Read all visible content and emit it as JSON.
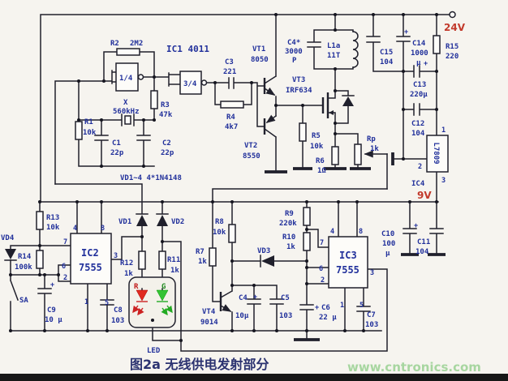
{
  "title": "图2a  无线供电发射部分",
  "watermark": "www.cntronics.com",
  "note": "VD1~4 4*1N4148",
  "plus": "+",
  "power": {
    "v24": "24V",
    "v9": "9V"
  },
  "gates": {
    "ic1": "IC1 4011",
    "g1": "1/4",
    "g2": "3/4"
  },
  "colors": {
    "label": "#21309b",
    "wire": "#20202c",
    "voltage": "#c23a2c",
    "led_red": "#e02a20",
    "led_green": "#35c335",
    "watermark": "#a7d6a0"
  },
  "comp": {
    "r1": {
      "ref": "R1",
      "val": "10k"
    },
    "r2": {
      "ref": "R2",
      "val": "2M2"
    },
    "r3": {
      "ref": "R3",
      "val": "47k"
    },
    "r4": {
      "ref": "R4",
      "val": "4k7"
    },
    "r5": {
      "ref": "R5",
      "val": "10k"
    },
    "r6": {
      "ref": "R6",
      "val": "1Ω"
    },
    "r7": {
      "ref": "R7",
      "val": "1k"
    },
    "r8": {
      "ref": "R8",
      "val": "10k"
    },
    "r9": {
      "ref": "R9",
      "val": "220k"
    },
    "r10": {
      "ref": "R10",
      "val": "1k"
    },
    "r11": {
      "ref": "R11",
      "val": "1k"
    },
    "r12": {
      "ref": "R12",
      "val": "1k"
    },
    "r13": {
      "ref": "R13",
      "val": "10k"
    },
    "r14": {
      "ref": "R14",
      "val": "100k"
    },
    "r15": {
      "ref": "R15",
      "val": "220"
    },
    "rp": {
      "ref": "Rp",
      "val": "1k"
    },
    "c1": {
      "ref": "C1",
      "val": "22p"
    },
    "c2": {
      "ref": "C2",
      "val": "22p"
    },
    "c3": {
      "ref": "C3",
      "val": "221"
    },
    "c4t": {
      "ref": "C4*",
      "val": "3000",
      "unit": "P"
    },
    "c4": {
      "ref": "C4",
      "val": "10μ"
    },
    "c5": {
      "ref": "C5",
      "val": "103"
    },
    "c6": {
      "ref": "C6",
      "val": "22 μ"
    },
    "c7": {
      "ref": "C7",
      "val": "103"
    },
    "c8": {
      "ref": "C8",
      "val": "103"
    },
    "c9": {
      "ref": "C9",
      "val": "10 μ"
    },
    "c10": {
      "ref": "C10",
      "val": "100",
      "unit": "μ"
    },
    "c11": {
      "ref": "C11",
      "val": "104"
    },
    "c12": {
      "ref": "C12",
      "val": "104"
    },
    "c13": {
      "ref": "C13",
      "val": "220μ"
    },
    "c14": {
      "ref": "C14",
      "val": "1000",
      "unit": "μ"
    },
    "c15": {
      "ref": "C15",
      "val": "104"
    },
    "x1": {
      "ref": "X",
      "val": "560kHz"
    },
    "l1a": {
      "ref": "L1a",
      "val": "11T"
    },
    "vt1": {
      "ref": "VT1",
      "val": "8050"
    },
    "vt2": {
      "ref": "VT2",
      "val": "8550"
    },
    "vt3": {
      "ref": "VT3",
      "val": "IRF634"
    },
    "vt4": {
      "ref": "VT4",
      "val": "9014"
    },
    "vd1": {
      "ref": "VD1"
    },
    "vd2": {
      "ref": "VD2"
    },
    "vd3": {
      "ref": "VD3"
    },
    "vd4": {
      "ref": "VD4"
    },
    "sa": {
      "ref": "SA"
    }
  },
  "led": {
    "label": "LED",
    "r": "R",
    "g": "G"
  },
  "ic2": {
    "name": "IC2",
    "model": "7555",
    "pins": {
      "p1": "1",
      "p2": "2",
      "p3": "3",
      "p4": "4",
      "p5": "5",
      "p6": "6",
      "p7": "7",
      "p8": "8"
    }
  },
  "ic3": {
    "name": "IC3",
    "model": "7555",
    "pins": {
      "p1": "1",
      "p2": "2",
      "p3": "3",
      "p4": "4",
      "p5": "5",
      "p6": "6",
      "p7": "7",
      "p8": "8"
    }
  },
  "ic4": {
    "name": "IC4",
    "model": "L7809",
    "pins": {
      "p1": "1",
      "p2": "2",
      "p3": "3"
    }
  }
}
